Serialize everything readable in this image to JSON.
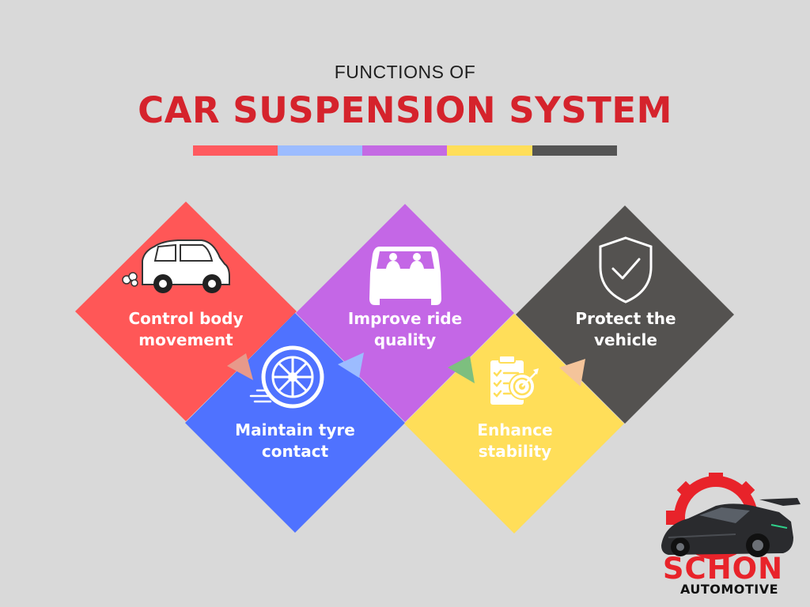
{
  "header": {
    "pretitle": "FUNCTIONS OF",
    "title": "CAR SUSPENSION SYSTEM",
    "color_bar": [
      "#ff5a5f",
      "#9cbcff",
      "#c46ae3",
      "#ffde59",
      "#545454"
    ]
  },
  "functions": [
    {
      "line1": "Control body",
      "line2": "movement",
      "color": "#ff5757",
      "icon": "car-icon"
    },
    {
      "line1": "Maintain tyre",
      "line2": "contact",
      "color": "#4f72ff",
      "icon": "tyre-icon"
    },
    {
      "line1": "Improve ride",
      "line2": "quality",
      "color": "#c467e6",
      "icon": "passengers-car-icon"
    },
    {
      "line1": "Enhance",
      "line2": "stability",
      "color": "#ffde59",
      "icon": "checklist-target-icon"
    },
    {
      "line1": "Protect the",
      "line2": "vehicle",
      "color": "#545250",
      "icon": "shield-check-icon"
    }
  ],
  "logo": {
    "brand": "SCHON",
    "sub": "AUTOMOTIVE",
    "color": "#e8232a"
  }
}
